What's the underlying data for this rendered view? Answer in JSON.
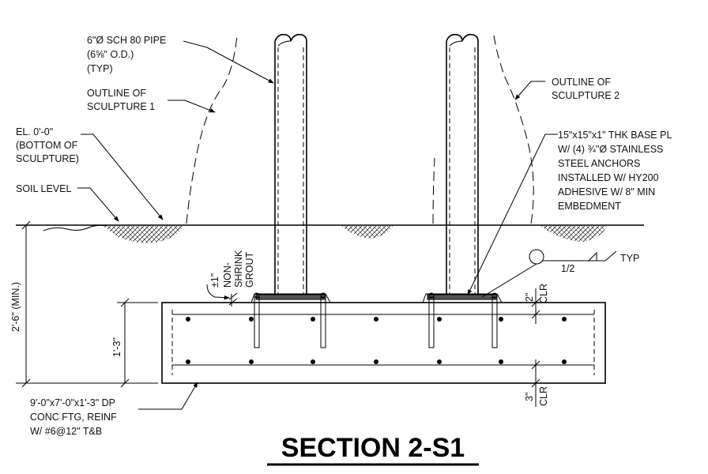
{
  "title": "SECTION 2-S1",
  "labels": {
    "pipe_1": "6\"Ø SCH 80 PIPE",
    "pipe_2": "(6⅝\" O.D.)",
    "pipe_3": "(TYP)",
    "outline1_1": "OUTLINE OF",
    "outline1_2": "SCULPTURE 1",
    "outline2_1": "OUTLINE OF",
    "outline2_2": "SCULPTURE 2",
    "el_1": "EL. 0'-0\"",
    "el_2": "(BOTTOM OF",
    "el_3": "SCULPTURE)",
    "soil": "SOIL LEVEL",
    "baseplate_1": "15\"x15\"x1\" THK BASE PL",
    "baseplate_2": "W/ (4) ¾\"Ø STAINLESS",
    "baseplate_3": "STEEL ANCHORS",
    "baseplate_4": "INSTALLED W/ HY200",
    "baseplate_5": "ADHESIVE W/ 8\" MIN",
    "baseplate_6": "EMBEDMENT",
    "grout_1": "±1\"",
    "grout_2": "NON-",
    "grout_3": "SHRINK",
    "grout_4": "GROUT",
    "weld_size": "1/2",
    "weld_typ": "TYP",
    "clr_top_dim": "2\"",
    "clr_top_lbl": "CLR",
    "clr_bot_dim": "3\"",
    "clr_bot_lbl": "CLR",
    "depth_min": "2'-6\" (MIN.)",
    "ftg_depth": "1'-3\"",
    "footing_1": "9'-0\"x7'-0\"x1'-3\" DP",
    "footing_2": "CONC FTG, REINF",
    "footing_3": "W/ #6@12\" T&B"
  }
}
